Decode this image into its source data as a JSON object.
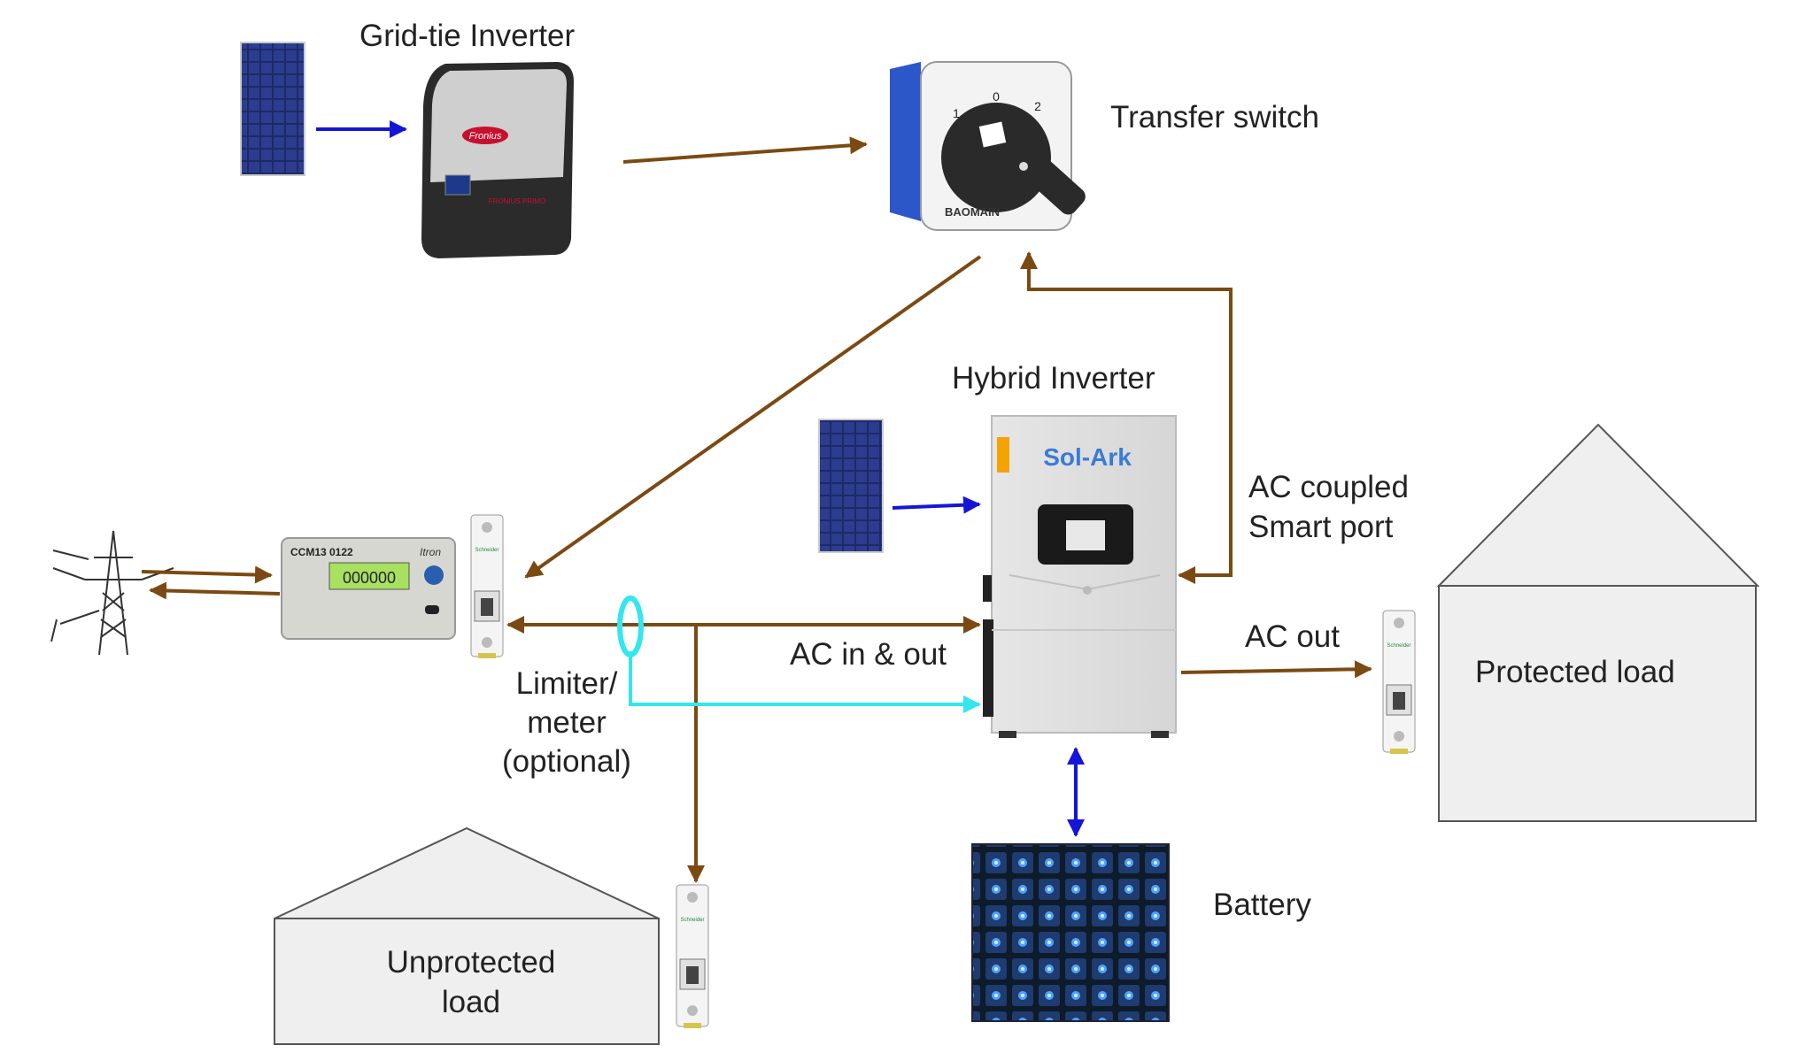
{
  "labels": {
    "grid_tie_inverter": "Grid-tie Inverter",
    "transfer_switch": "Transfer switch",
    "hybrid_inverter": "Hybrid Inverter",
    "ac_coupled_line1": "AC coupled",
    "ac_coupled_line2": "Smart port",
    "ac_in_out": "AC in & out",
    "ac_out": "AC out",
    "limiter_line1": "Limiter/",
    "limiter_line2": "meter",
    "limiter_line3": "(optional)",
    "protected_load": "Protected load",
    "unprotected_line1": "Unprotected",
    "unprotected_line2": "load",
    "battery": "Battery"
  },
  "device_text": {
    "fronius": "Fronius",
    "fronius_model": "FRONIUS PRIMO",
    "baomain": "BAOMAIN",
    "switch_pos_0": "0",
    "switch_pos_1": "1",
    "switch_pos_2": "2",
    "solark": "Sol-Ark",
    "meter_id": "CCM13 0122",
    "meter_brand": "Itron",
    "meter_reading": "000000",
    "schneider": "Schneider"
  },
  "colors": {
    "power_ac": "#7b4a12",
    "dc": "#1515d8",
    "ct_signal": "#33e6ef",
    "house_fill": "#efefef",
    "house_stroke": "#555555"
  }
}
